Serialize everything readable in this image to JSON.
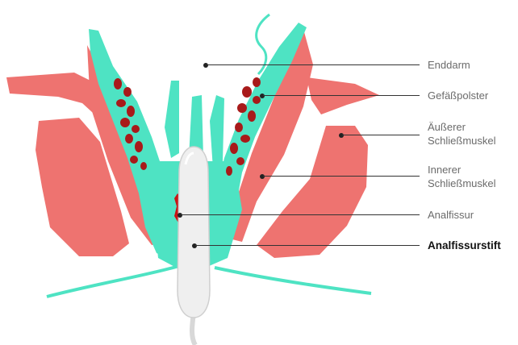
{
  "labels": {
    "rectum": "Enddarm",
    "vascular_cushions": "Gefäßpolster",
    "external_sphincter_1": "Äußerer",
    "external_sphincter_2": "Schließmuskel",
    "internal_sphincter_1": "Innerer",
    "internal_sphincter_2": "Schließmuskel",
    "anal_fissure": "Analfissur",
    "fissure_pen": "Analfissurstift"
  },
  "colors": {
    "muscle": "#ee7370",
    "mucosa": "#4ee3c3",
    "blood": "#a81a1a",
    "stick": "#efefef",
    "line": "#333333"
  }
}
